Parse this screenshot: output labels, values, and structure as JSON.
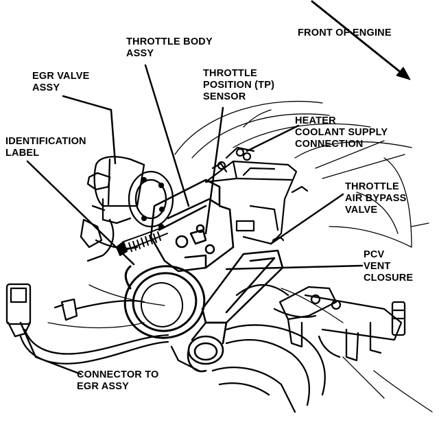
{
  "diagram": {
    "labels": {
      "front_of_engine": [
        "FRONT OF ENGINE"
      ],
      "throttle_body": [
        "THROTTLE BODY",
        "ASSY"
      ],
      "egr_valve": [
        "EGR VALVE",
        "ASSY"
      ],
      "tp_sensor": [
        "THROTTLE",
        "POSITION (TP)",
        "SENSOR"
      ],
      "heater_coolant": [
        "HEATER",
        "COOLANT SUPPLY",
        "CONNECTION"
      ],
      "identification_label": [
        "IDENTIFICATION",
        "LABEL"
      ],
      "throttle_air_bypass": [
        "THROTTLE",
        "AIR BYPASS",
        "VALVE"
      ],
      "pcv_vent": [
        "PCV",
        "VENT",
        "CLOSURE"
      ],
      "connector_egr": [
        "CONNECTOR TO",
        "EGR ASSY"
      ]
    },
    "colors": {
      "ink": "#000000",
      "paper": "#ffffff"
    }
  }
}
